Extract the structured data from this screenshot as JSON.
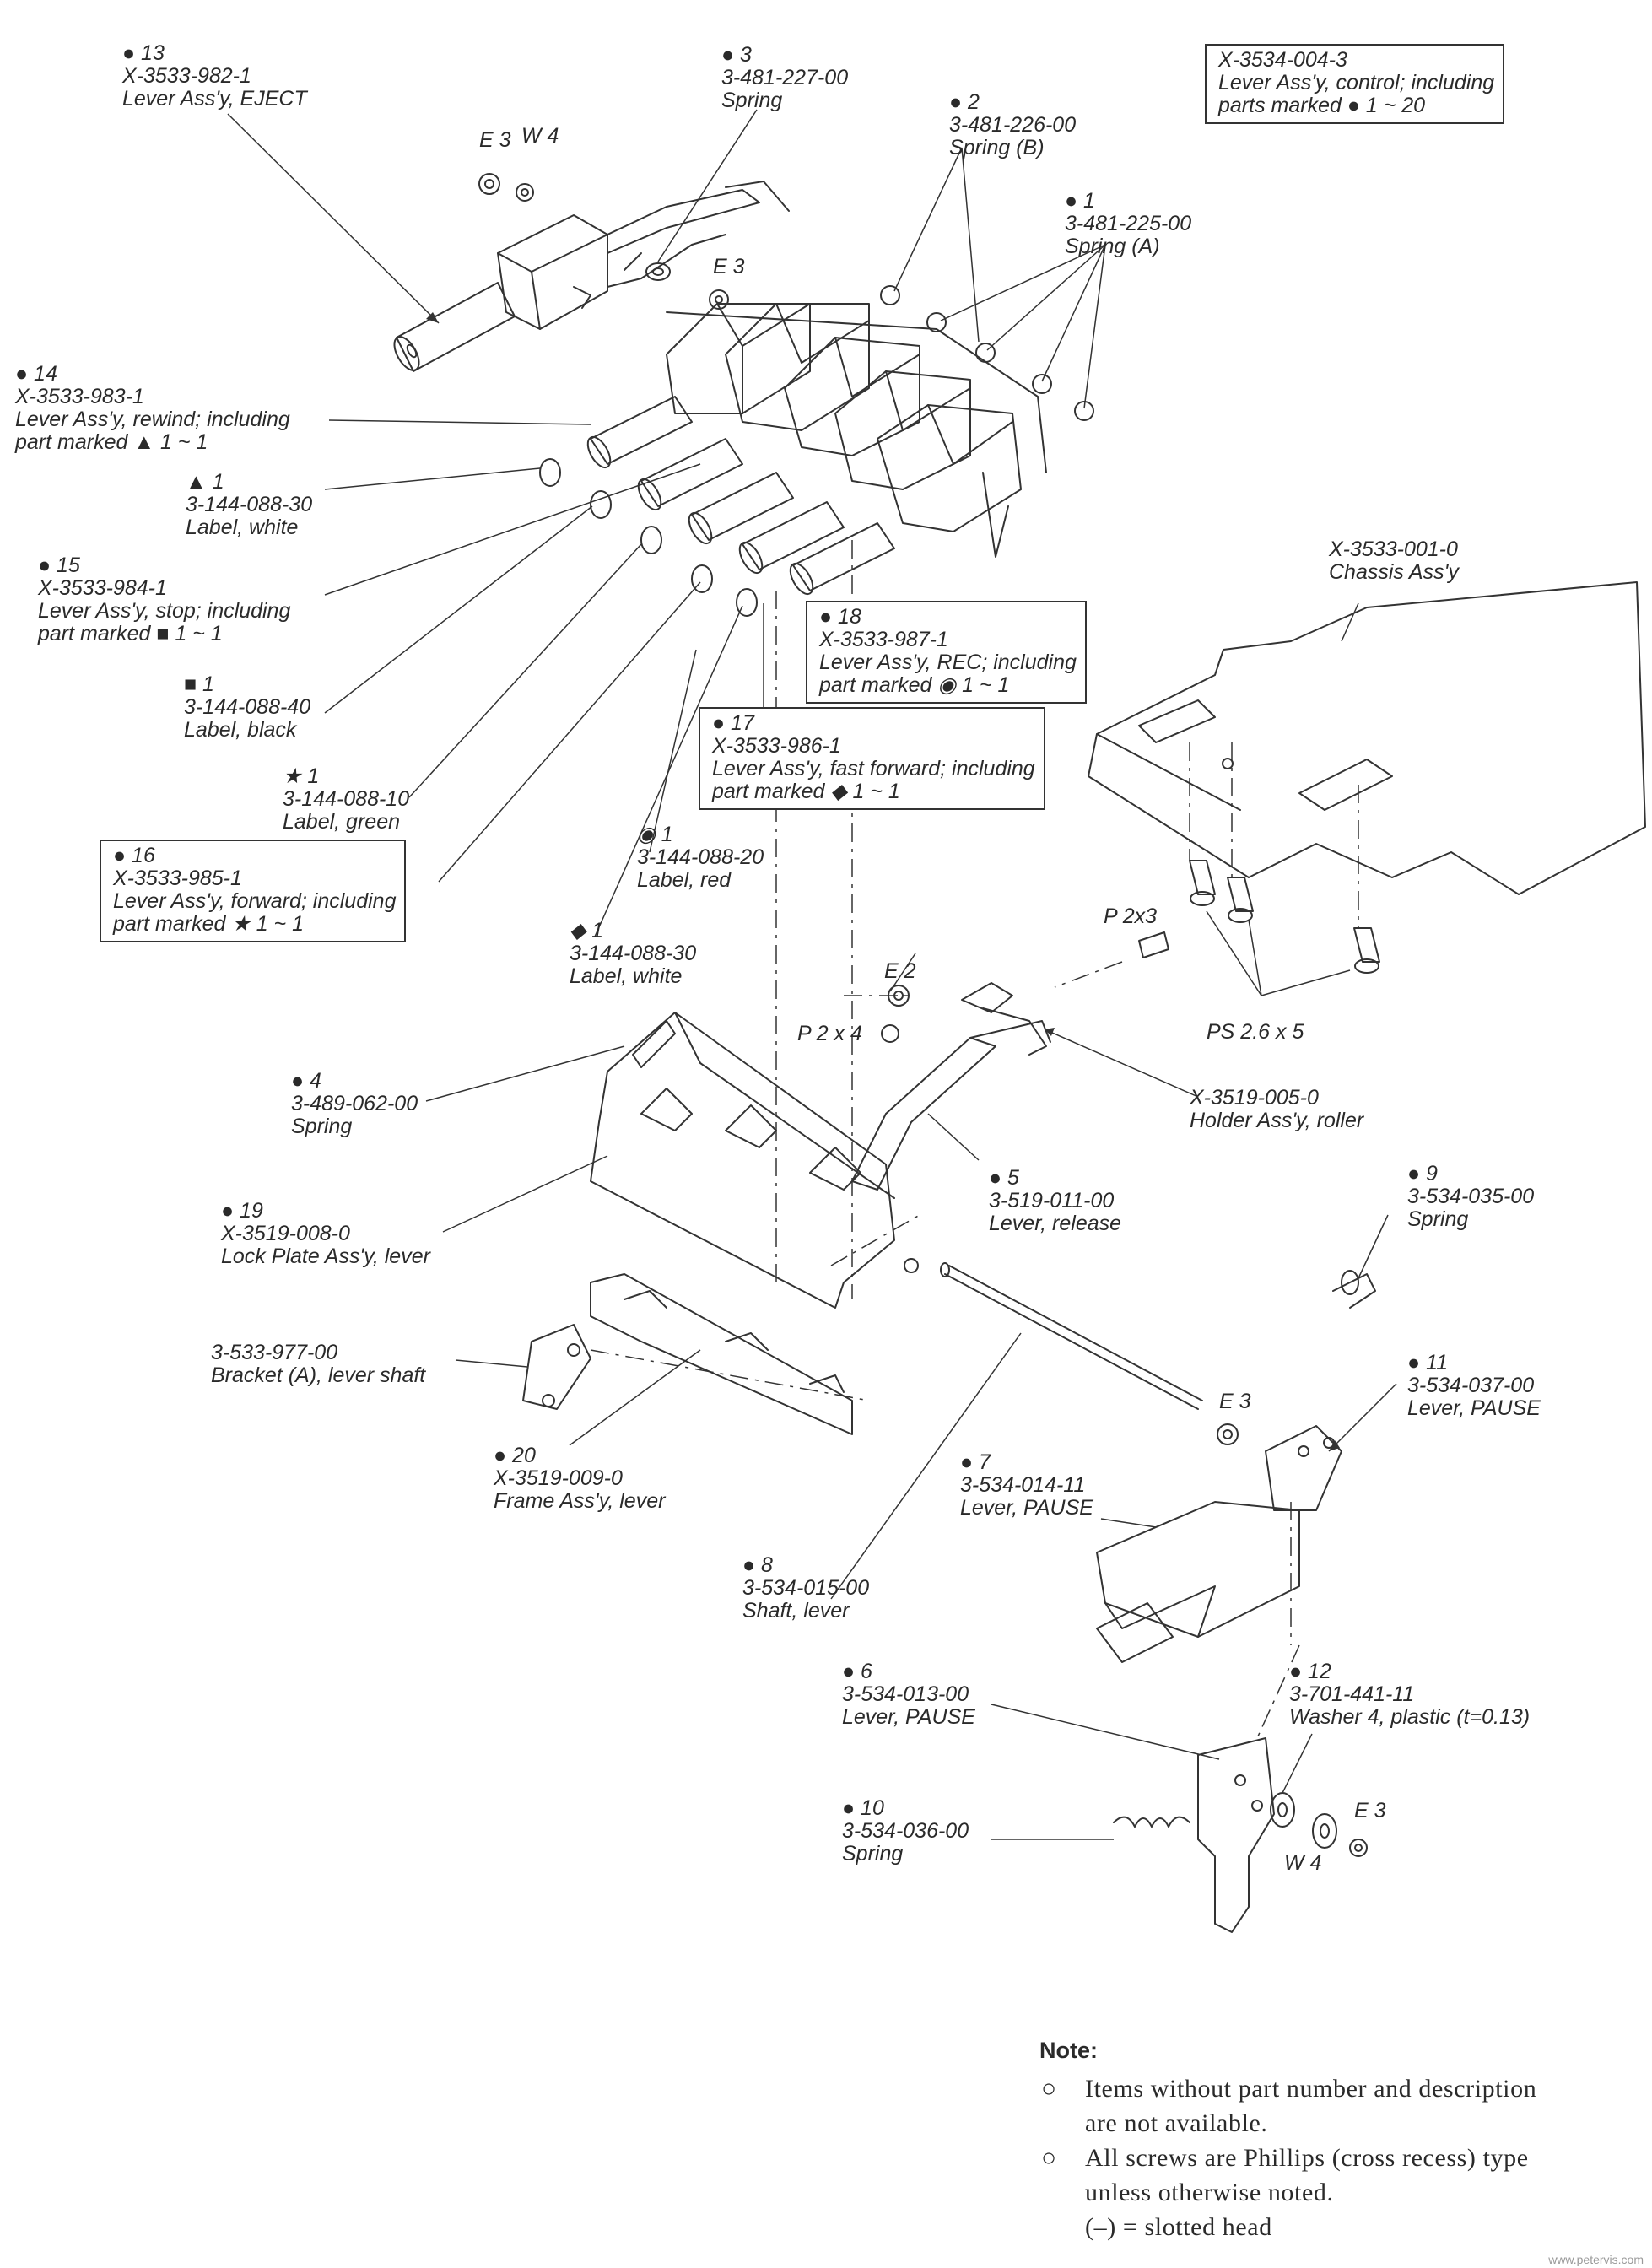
{
  "assembly_box": {
    "lines": [
      "X-3534-004-3",
      "Lever Ass'y, control; including",
      "parts marked ● 1 ~ 20"
    ]
  },
  "labels": [
    {
      "id": "p13",
      "lines": [
        "● 13",
        "X-3533-982-1",
        "Lever Ass'y, EJECT"
      ]
    },
    {
      "id": "p3",
      "lines": [
        "● 3",
        "3-481-227-00",
        "Spring"
      ]
    },
    {
      "id": "p2",
      "lines": [
        "● 2",
        "3-481-226-00",
        "Spring (B)"
      ]
    },
    {
      "id": "p1",
      "lines": [
        "● 1",
        "3-481-225-00",
        "Spring (A)"
      ]
    },
    {
      "id": "p14",
      "lines": [
        "● 14",
        "X-3533-983-1",
        "Lever Ass'y, rewind; including",
        "part marked ▲ 1 ~ 1"
      ]
    },
    {
      "id": "tri1",
      "lines": [
        "▲ 1",
        "3-144-088-30",
        "Label, white"
      ]
    },
    {
      "id": "p15",
      "lines": [
        "● 15",
        "X-3533-984-1",
        "Lever Ass'y, stop; including",
        "part marked ■ 1 ~ 1"
      ]
    },
    {
      "id": "sq1",
      "lines": [
        "■ 1",
        "3-144-088-40",
        "Label, black"
      ]
    },
    {
      "id": "star1",
      "lines": [
        "★ 1",
        "3-144-088-10",
        "Label, green"
      ]
    },
    {
      "id": "p16",
      "lines": [
        "● 16",
        "X-3533-985-1",
        "Lever Ass'y, forward; including",
        "part marked ★ 1 ~ 1"
      ]
    },
    {
      "id": "p18",
      "lines": [
        "● 18",
        "X-3533-987-1",
        "Lever Ass'y, REC; including",
        "part marked  ◉  1 ~ 1"
      ]
    },
    {
      "id": "p17",
      "lines": [
        "● 17",
        "X-3533-986-1",
        "Lever Ass'y, fast forward; including",
        "part marked ◆ 1 ~ 1"
      ]
    },
    {
      "id": "red1",
      "lines": [
        "◉ 1",
        "3-144-088-20",
        "Label, red"
      ]
    },
    {
      "id": "dia1",
      "lines": [
        "◆ 1",
        "3-144-088-30",
        "Label, white"
      ]
    },
    {
      "id": "chassis",
      "lines": [
        "X-3533-001-0",
        "Chassis Ass'y"
      ]
    },
    {
      "id": "e3a",
      "lines": [
        "E 3"
      ]
    },
    {
      "id": "w4a",
      "lines": [
        "W 4"
      ]
    },
    {
      "id": "e3b",
      "lines": [
        "E 3"
      ]
    },
    {
      "id": "p2x3",
      "lines": [
        "P 2x3"
      ]
    },
    {
      "id": "e2",
      "lines": [
        "E 2"
      ]
    },
    {
      "id": "p2x4",
      "lines": [
        "P 2 x 4"
      ]
    },
    {
      "id": "ps",
      "lines": [
        "PS 2.6 x 5"
      ]
    },
    {
      "id": "holder",
      "lines": [
        "X-3519-005-0",
        "Holder Ass'y, roller"
      ]
    },
    {
      "id": "p4",
      "lines": [
        "● 4",
        "3-489-062-00",
        "Spring"
      ]
    },
    {
      "id": "p5",
      "lines": [
        "● 5",
        "3-519-011-00",
        "Lever, release"
      ]
    },
    {
      "id": "p19",
      "lines": [
        "● 19",
        "X-3519-008-0",
        "Lock Plate Ass'y, lever"
      ]
    },
    {
      "id": "p9",
      "lines": [
        "● 9",
        "3-534-035-00",
        "Spring"
      ]
    },
    {
      "id": "bracket",
      "lines": [
        "3-533-977-00",
        "Bracket (A), lever shaft"
      ]
    },
    {
      "id": "p11",
      "lines": [
        "● 11",
        "3-534-037-00",
        "Lever, PAUSE"
      ]
    },
    {
      "id": "e3c",
      "lines": [
        "E 3"
      ]
    },
    {
      "id": "p20",
      "lines": [
        "● 20",
        "X-3519-009-0",
        "Frame Ass'y, lever"
      ]
    },
    {
      "id": "p7",
      "lines": [
        "● 7",
        "3-534-014-11",
        "Lever, PAUSE"
      ]
    },
    {
      "id": "p8",
      "lines": [
        "● 8",
        "3-534-015-00",
        "Shaft, lever"
      ]
    },
    {
      "id": "p6",
      "lines": [
        "● 6",
        "3-534-013-00",
        "Lever, PAUSE"
      ]
    },
    {
      "id": "p12",
      "lines": [
        "● 12",
        "3-701-441-11",
        "Washer 4, plastic (t=0.13)"
      ]
    },
    {
      "id": "p10",
      "lines": [
        "● 10",
        "3-534-036-00",
        "Spring"
      ]
    },
    {
      "id": "e3d",
      "lines": [
        "E 3"
      ]
    },
    {
      "id": "w4b",
      "lines": [
        "W 4"
      ]
    }
  ],
  "note": {
    "title": "Note:",
    "bullet": "○",
    "items": [
      {
        "lines": [
          "Items without part number and description",
          "are not available."
        ]
      },
      {
        "lines": [
          "All screws are Phillips (cross recess) type",
          "unless otherwise noted.",
          "(–) = slotted head"
        ]
      }
    ]
  },
  "watermark": "www.petervis.com",
  "colors": {
    "ink": "#2a2a2a",
    "paper": "#ffffff"
  }
}
